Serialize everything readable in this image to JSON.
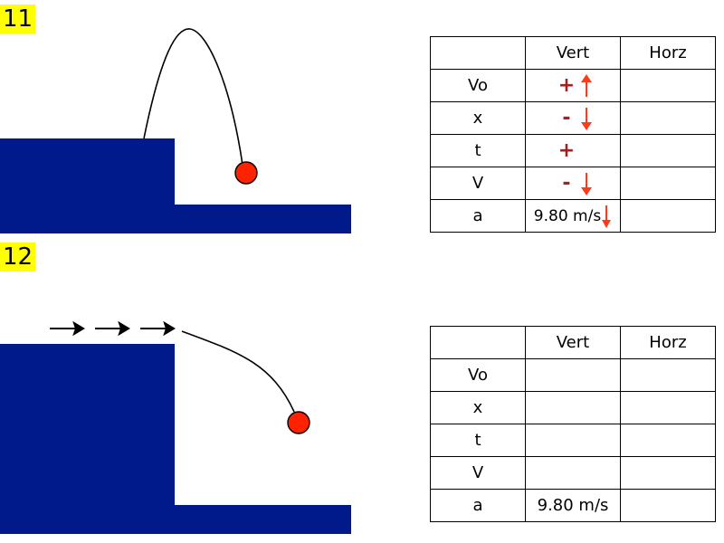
{
  "problem_11": {
    "number": "11",
    "table": {
      "headers": [
        "",
        "Vert",
        "Horz"
      ],
      "rows": [
        {
          "label": "Vo",
          "vert_sign": "+",
          "vert_arrow": "up-arrow",
          "horz": ""
        },
        {
          "label": "x",
          "vert_sign": "-",
          "vert_arrow": "down-arrow",
          "horz": ""
        },
        {
          "label": "t",
          "vert_sign": "+",
          "vert_arrow": "",
          "horz": ""
        },
        {
          "label": "V",
          "vert_sign": "-",
          "vert_arrow": "down-arrow",
          "horz": ""
        },
        {
          "label": "a",
          "vert_value": "9.80 m/s",
          "vert_arrow": "down-arrow",
          "horz": ""
        }
      ]
    }
  },
  "problem_12": {
    "number": "12",
    "table": {
      "headers": [
        "",
        "Vert",
        "Horz"
      ],
      "rows": [
        {
          "label": "Vo",
          "vert": "",
          "horz": ""
        },
        {
          "label": "x",
          "vert": "",
          "horz": ""
        },
        {
          "label": "t",
          "vert": "",
          "horz": ""
        },
        {
          "label": "V",
          "vert": "",
          "horz": ""
        },
        {
          "label": "a",
          "vert": "9.80 m/s",
          "horz": ""
        }
      ]
    }
  },
  "colors": {
    "cliff": "#001a8c",
    "ball": "#ff2200",
    "highlight": "#ffff00",
    "sign": "#aa1e1e",
    "arrow": "#ff3a1a"
  }
}
